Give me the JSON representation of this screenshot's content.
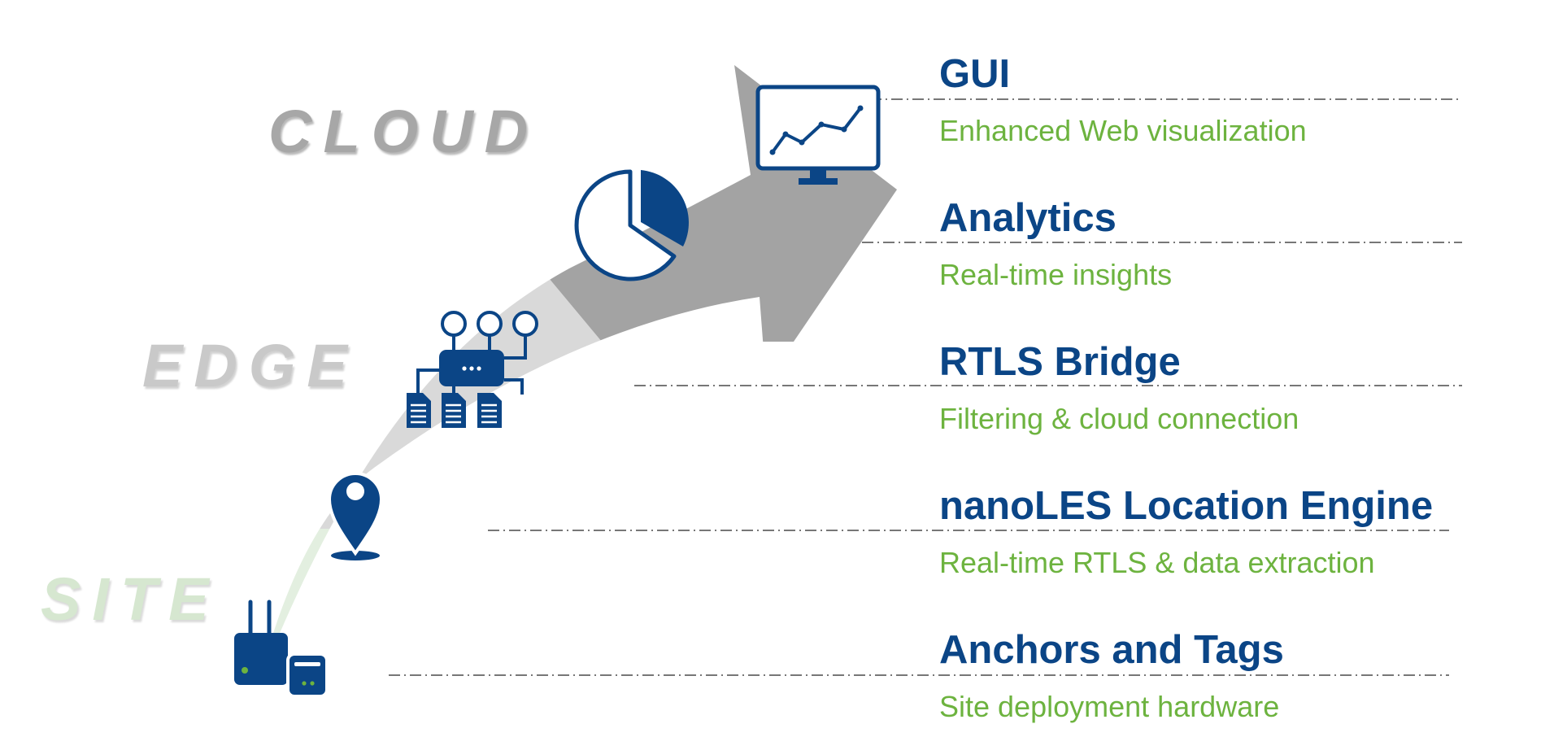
{
  "colors": {
    "navy": "#0b4586",
    "green": "#6db33f",
    "cloud_label": "#a7a7a7",
    "edge_label": "#c9c9c9",
    "site_label": "#d6e7d0",
    "arrow_dark": "#a3a3a3",
    "arrow_light": "#d9d9d9",
    "arrow_tail": "#e3efe0",
    "divider": "#777777"
  },
  "layers": {
    "cloud": "CLOUD",
    "edge": "EDGE",
    "site": "SITE"
  },
  "icons": [
    "monitor-chart-icon",
    "pie-chart-icon",
    "gateway-hub-icon",
    "location-pin-icon",
    "anchor-tag-device-icon"
  ],
  "tiers": [
    {
      "title": "GUI",
      "subtitle": "Enhanced Web visualization"
    },
    {
      "title": "Analytics",
      "subtitle": "Real-time insights"
    },
    {
      "title": "RTLS Bridge",
      "subtitle": "Filtering & cloud connection"
    },
    {
      "title": "nanoLES Location Engine",
      "subtitle": "Real-time RTLS & data extraction"
    },
    {
      "title": "Anchors and Tags",
      "subtitle": "Site deployment hardware"
    }
  ]
}
